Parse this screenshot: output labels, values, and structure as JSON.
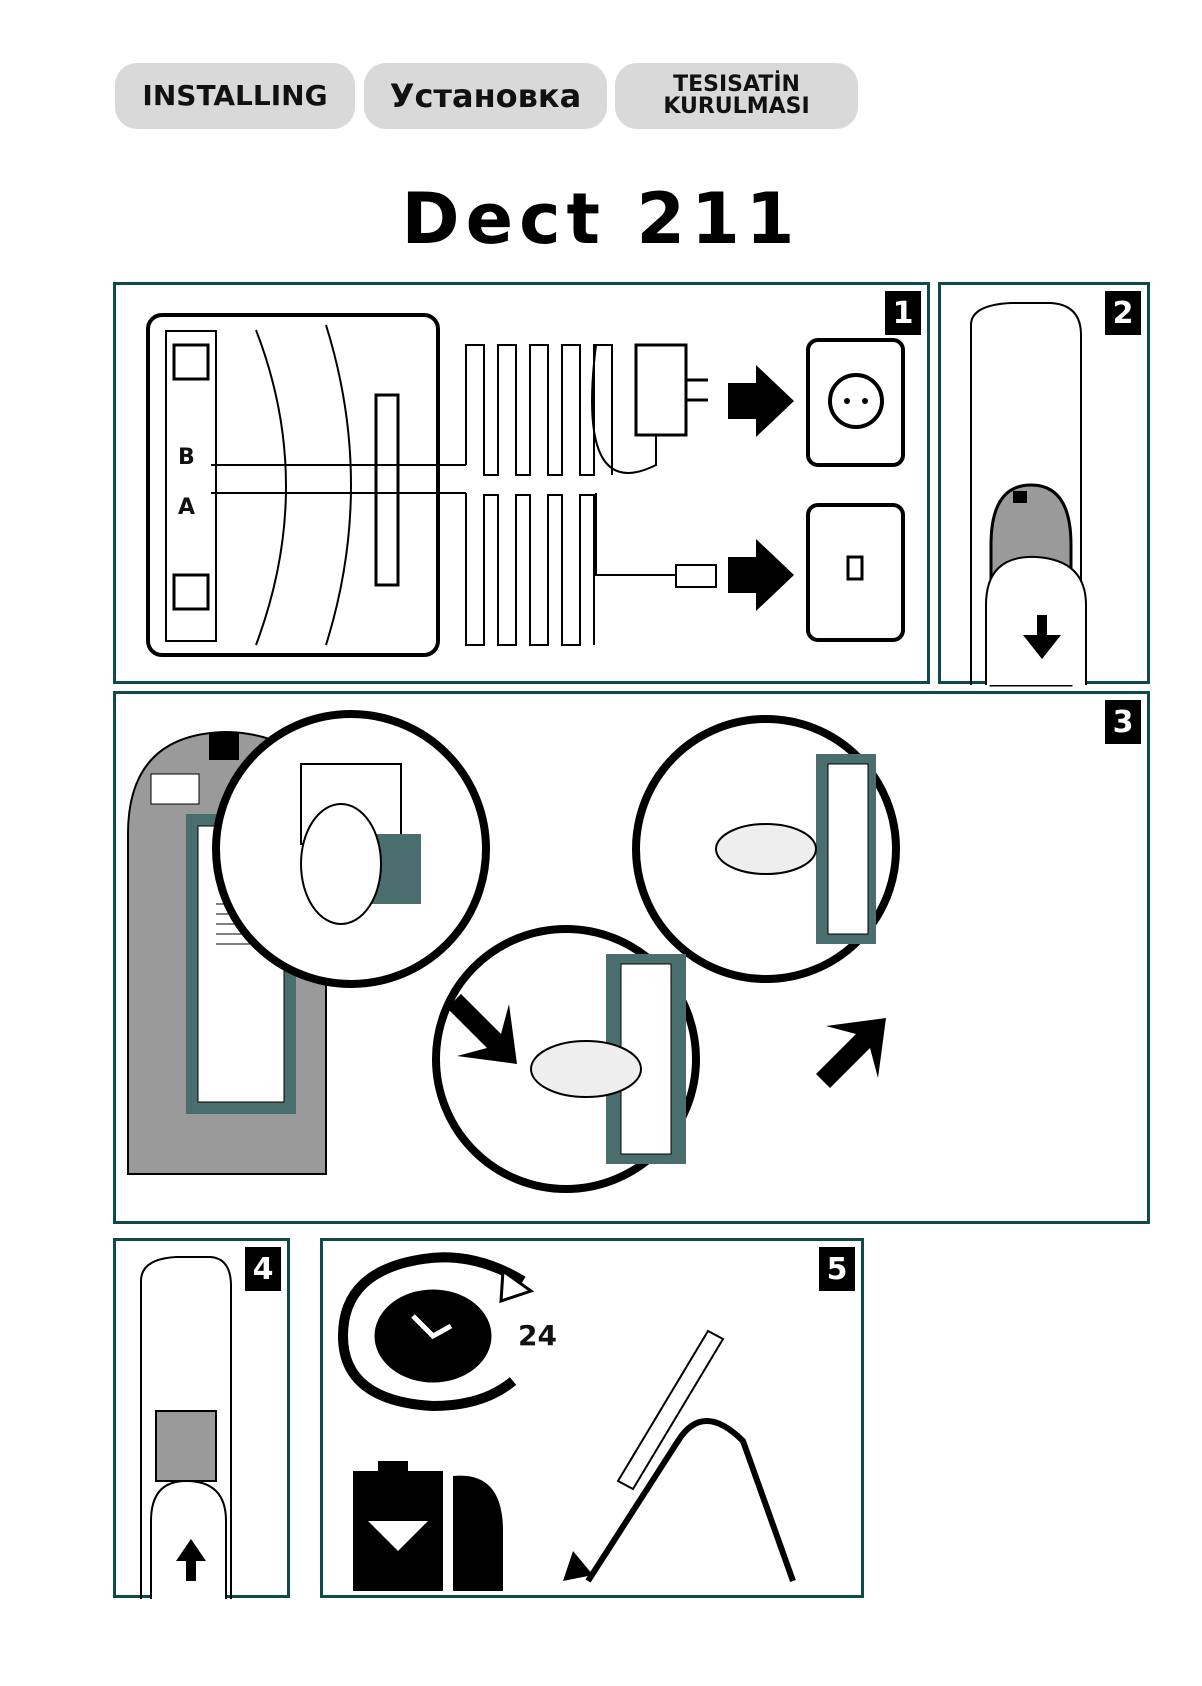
{
  "header": {
    "tabs": [
      {
        "label": "INSTALLING"
      },
      {
        "label": "Установка"
      },
      {
        "label_line1": "TESISATİN",
        "label_line2": "KURULMASI"
      }
    ],
    "title": "Dect 211"
  },
  "steps": [
    {
      "number": "1",
      "labels": {
        "b": "B",
        "a": "A"
      }
    },
    {
      "number": "2"
    },
    {
      "number": "3"
    },
    {
      "number": "4"
    },
    {
      "number": "5",
      "charge_hours": "24"
    }
  ],
  "colors": {
    "frame": "#0f4a4a",
    "gray": "#9a9a9a",
    "tab": "#d9d9d9"
  }
}
